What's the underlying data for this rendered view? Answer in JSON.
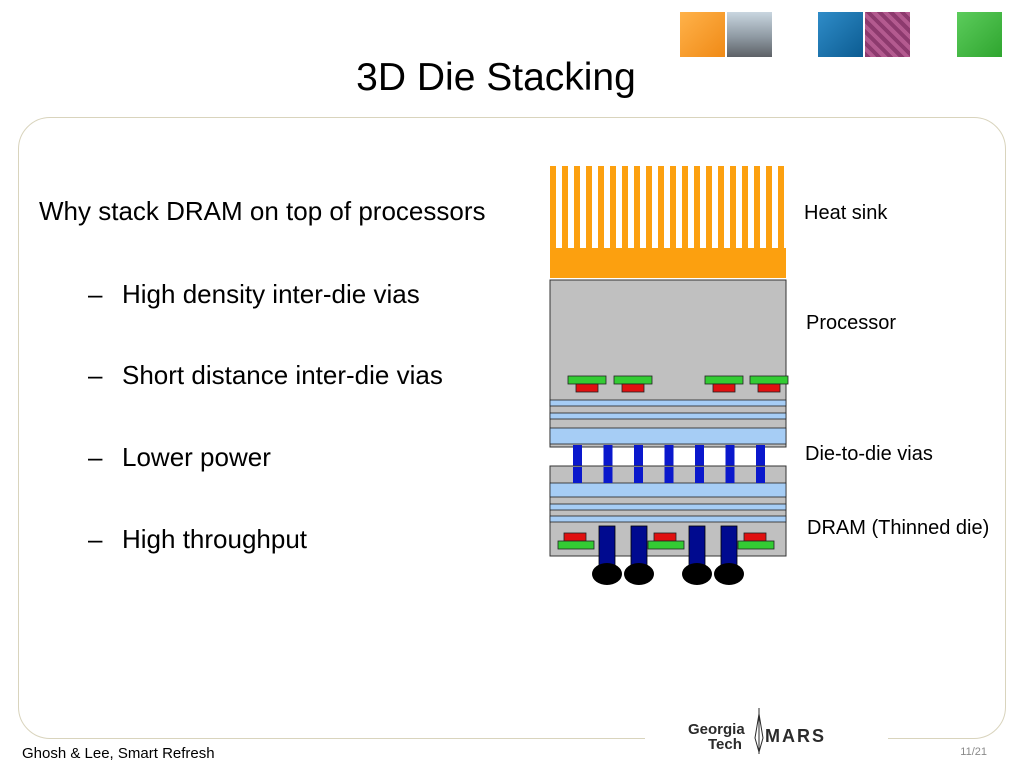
{
  "title": "3D Die Stacking",
  "lead": "Why stack DRAM on top of processors",
  "bullets": [
    {
      "dash": "–",
      "text": "High density inter-die vias"
    },
    {
      "dash": "–",
      "text": "Short distance inter-die vias"
    },
    {
      "dash": "–",
      "text": "Lower power"
    },
    {
      "dash": "–",
      "text": "High throughput"
    }
  ],
  "diagram_labels": {
    "heat_sink": "Heat sink",
    "processor": "Processor",
    "die_vias": "Die-to-die vias",
    "dram": "DRAM (Thinned die)"
  },
  "footer": {
    "left": "Ghosh & Lee, Smart Refresh",
    "page": "11/21",
    "logo_line1": "Georgia",
    "logo_line2": "Tech",
    "logo_mars": "MARS"
  },
  "colors": {
    "heatsink": "#fca00f",
    "die": "#c0c0c0",
    "layer": "#a6cdf5",
    "via": "#0a18cc",
    "green": "#33cc33",
    "red": "#e01010",
    "bump": "#000000",
    "pillar": "#000a8f"
  }
}
